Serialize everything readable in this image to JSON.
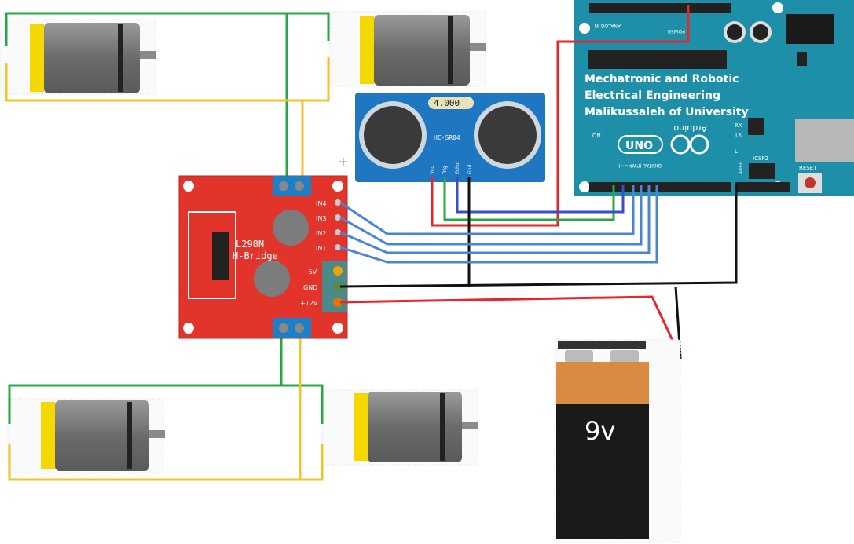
{
  "caption": {
    "line1": "Mechatronic and Robotic",
    "line2": "Electrical Engineering",
    "line3": "Malikussaleh of University"
  },
  "sensor": {
    "display": "4.000",
    "model": "HC-SR04",
    "pins": [
      "Vcc",
      "Trig",
      "Echo",
      "Gnd"
    ]
  },
  "driver": {
    "line1": "L298N",
    "line2": "H-Bridge",
    "inputs": [
      "IN4",
      "IN3",
      "IN2",
      "IN1"
    ],
    "power": [
      "+5V",
      "GND",
      "+12V"
    ]
  },
  "battery": {
    "label": "9v"
  },
  "arduino": {
    "brand": "Arduino",
    "model": "UNO",
    "rx": "RX",
    "tx": "TX",
    "on": "ON",
    "l": "L",
    "icsp": "ICSP2",
    "reset": "RESET",
    "analog_in": "ANALOG IN",
    "power": "POWER",
    "digital": "DIGITAL (PWM=~)",
    "aref": "AREF"
  },
  "colors": {
    "wire_red": "#e8262a",
    "wire_green": "#27a844",
    "wire_blue": "#3a4fc4",
    "wire_black": "#111111",
    "wire_yellow": "#f2c230",
    "wire_lightblue": "#4a84d6",
    "board_arduino": "#1d8fa8",
    "board_driver": "#e2342b",
    "board_sensor": "#1f77c2",
    "battery_top": "#d98a43",
    "battery_body": "#1a1a1a"
  }
}
